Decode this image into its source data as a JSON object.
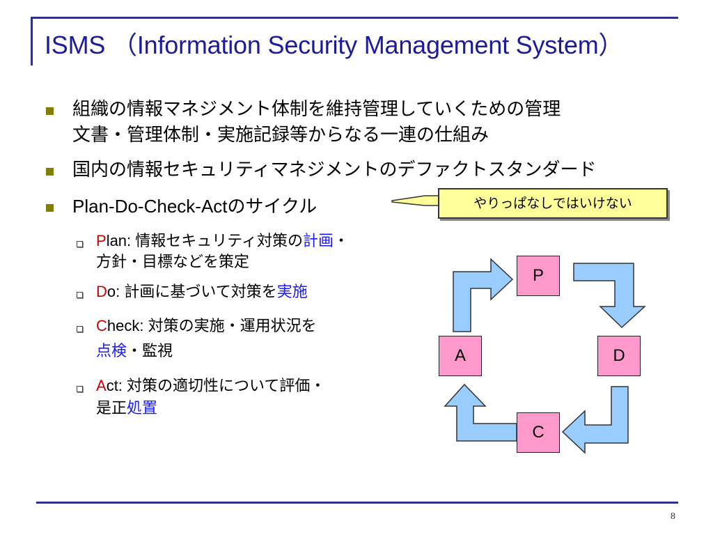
{
  "slide": {
    "title": "ISMS （Information Security Management System）",
    "page_number": "8"
  },
  "bullets": [
    {
      "line1": "組織の情報マネジメント体制を維持管理していくための管理",
      "line2": "文書・管理体制・実施記録等からなる一連の仕組み"
    },
    {
      "line1": "国内の情報セキュリティマネジメントのデファクトスタンダード"
    },
    {
      "line1": "Plan-Do-Check-Actのサイクル"
    }
  ],
  "subbullets": [
    {
      "initial": "P",
      "rest": "lan: 情報セキュリティ対策の",
      "highlight": "計画",
      "tail": "・",
      "line2": "方針・目標などを策定"
    },
    {
      "initial": "D",
      "rest": "o: 計画に基づいて対策を",
      "highlight": "実施"
    },
    {
      "initial": "C",
      "rest": "heck: 対策の実施・運用状況を",
      "line2_highlight": "点検",
      "line2_tail": "・監視"
    },
    {
      "initial": "A",
      "rest": "ct: 対策の適切性について評価・",
      "line2": "是正",
      "line2_highlight": "処置"
    }
  ],
  "callout": {
    "text": "やりっぱなしではいけない"
  },
  "pdca": {
    "p": "P",
    "d": "D",
    "c": "C",
    "a": "A"
  },
  "colors": {
    "title": "#1c1c99",
    "rule": "#2f2f8f",
    "bullet": "#7f7f00",
    "initial_letter": "#cc0000",
    "highlight": "#1a1aff",
    "callout_fill": "#ffff99",
    "box_fill": "#ff99cc",
    "arrow_fill": "#99ccff"
  }
}
